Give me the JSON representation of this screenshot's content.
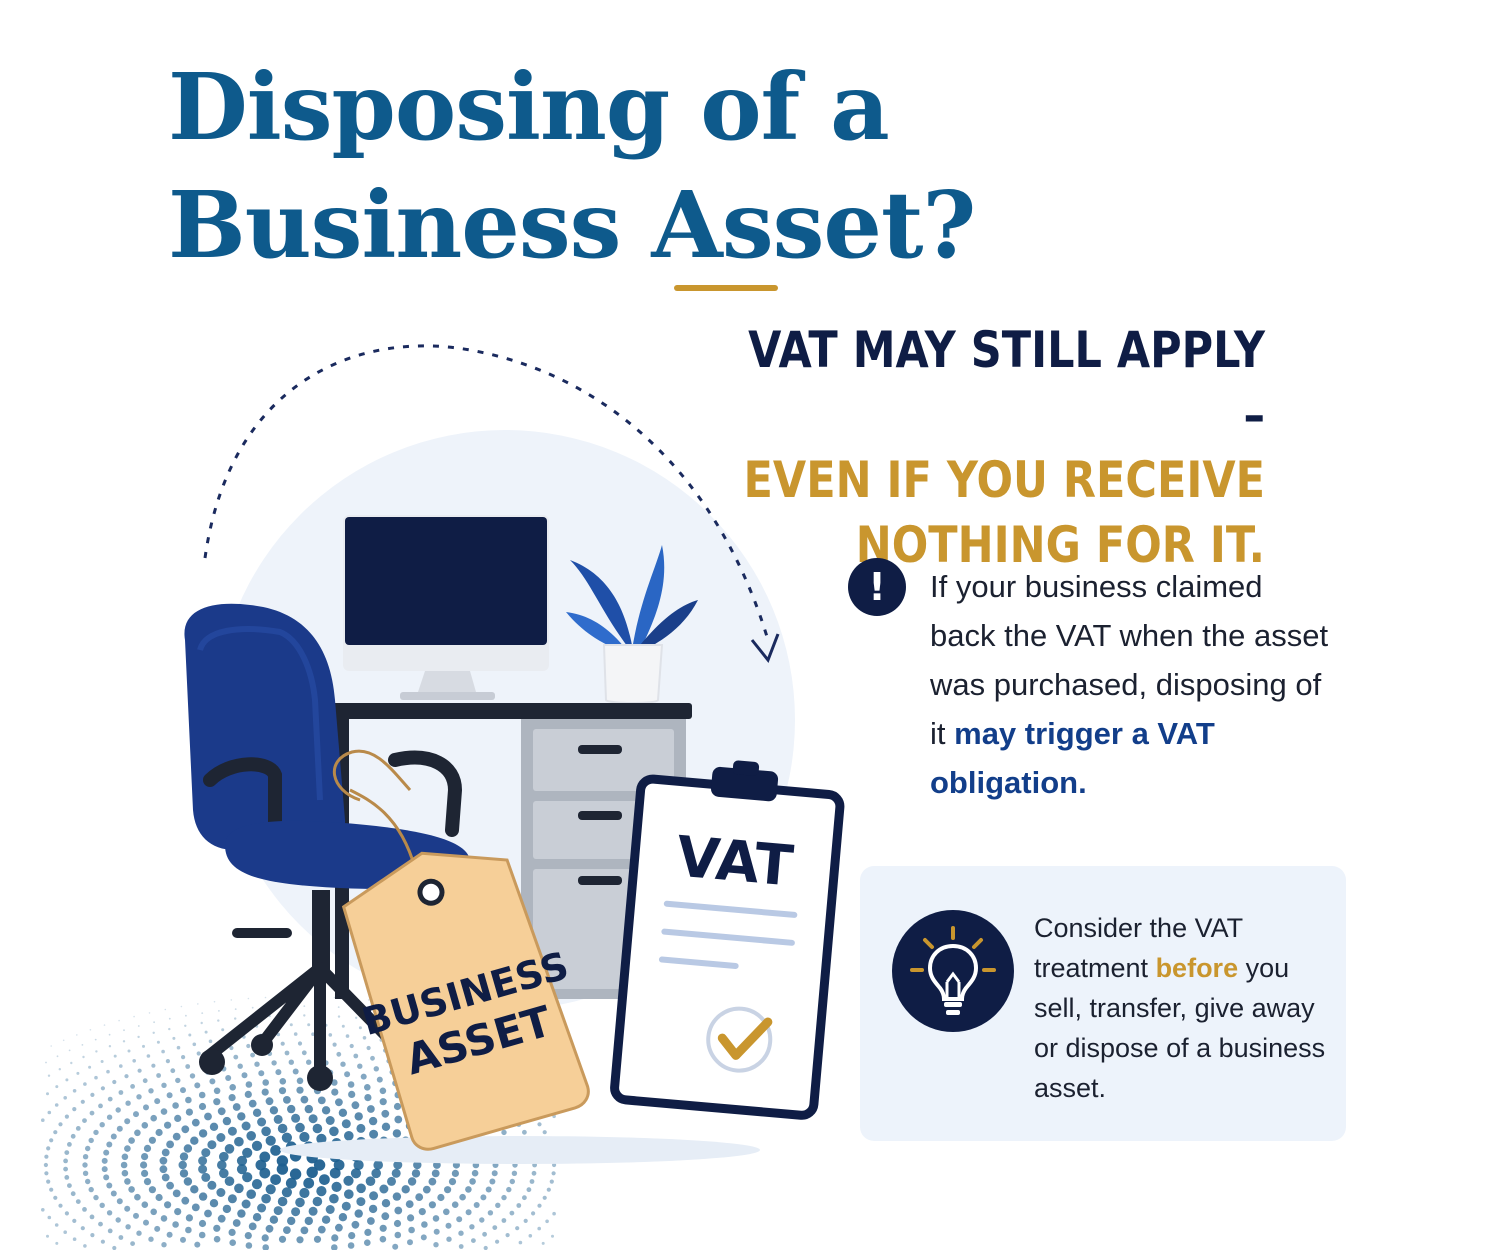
{
  "title": "Disposing of a Business Asset?",
  "headline": {
    "line1": "VAT MAY STILL APPLY –",
    "line2": "EVEN IF YOU RECEIVE",
    "line3": "NOTHING FOR IT."
  },
  "warning": {
    "icon": "exclamation-icon",
    "symbol": "!",
    "text_before": "If your business claimed back the VAT when the asset was purchased, disposing of it ",
    "text_emphasis": "may trigger a VAT obligation."
  },
  "tip": {
    "icon": "lightbulb-icon",
    "text_before": "Consider the VAT treatment ",
    "text_emphasis": "before",
    "text_after": " you sell, transfer, give away or dispose of a business asset."
  },
  "illustration": {
    "tag_line1": "BUSINESS",
    "tag_line2": "ASSET",
    "clipboard_label": "VAT"
  },
  "colors": {
    "title_blue": "#0e5a8c",
    "navy": "#0f1d45",
    "gold": "#c9962e",
    "emphasis_blue": "#123e8a",
    "card_bg": "#edf3fb"
  }
}
